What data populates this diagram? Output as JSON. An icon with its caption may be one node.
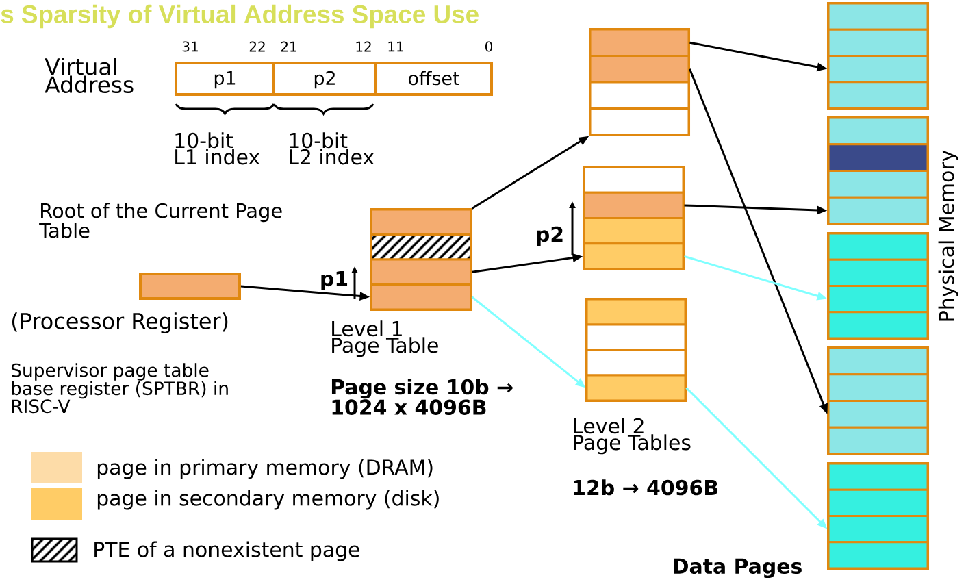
{
  "diagram": {
    "title": "s Sparsity of Virtual Address Space Use",
    "nodes": [
      {
        "text": [
          "p1"
        ]
      },
      {
        "text": [
          "p2"
        ]
      },
      {
        "text": [
          "offset"
        ]
      },
      {
        "text": [],
        "shape": "box",
        "beside": [
          "Root of the Current Page Table",
          "(Processor Register)"
        ]
      },
      {
        "text": [],
        "shape": "box"
      },
      {
        "text": [],
        "shape": "box",
        "in": 4
      },
      {
        "text": [],
        "shape": "box",
        "in": 4
      },
      {
        "text": [],
        "shape": "box",
        "in": 4
      },
      {
        "text": [],
        "shape": "box",
        "in": 4
      },
      {
        "text": [],
        "shape": "box"
      },
      {
        "text": [],
        "shape": "box",
        "in": 9
      },
      {
        "text": [],
        "shape": "box",
        "in": 9
      },
      {
        "text": [],
        "shape": "box",
        "in": 9
      },
      {
        "text": [],
        "shape": "box",
        "in": 9
      },
      {
        "text": [],
        "shape": "box"
      },
      {
        "text": [],
        "shape": "box",
        "in": 14
      },
      {
        "text": [],
        "shape": "box",
        "in": 14
      },
      {
        "text": [],
        "shape": "box",
        "in": 14
      },
      {
        "text": [],
        "shape": "box",
        "in": 14
      },
      {
        "text": [],
        "shape": "box"
      },
      {
        "text": [],
        "shape": "box",
        "in": 19
      },
      {
        "text": [],
        "shape": "box",
        "in": 19
      },
      {
        "text": [],
        "shape": "box",
        "in": 19
      },
      {
        "text": [],
        "shape": "box",
        "in": 19
      },
      {
        "text": [],
        "shape": "box"
      },
      {
        "text": [],
        "shape": "box",
        "in": 24
      },
      {
        "text": [],
        "shape": "box",
        "in": 24
      },
      {
        "text": [],
        "shape": "box",
        "in": 24
      },
      {
        "text": [],
        "shape": "box",
        "in": 24
      },
      {
        "text": [],
        "shape": "box"
      },
      {
        "text": [],
        "shape": "box",
        "in": 29
      },
      {
        "text": [],
        "shape": "box",
        "in": 29
      },
      {
        "text": [],
        "shape": "box",
        "in": 29
      },
      {
        "text": [],
        "shape": "box",
        "in": 29
      },
      {
        "text": [],
        "shape": "box"
      },
      {
        "text": [],
        "shape": "box",
        "in": 34
      },
      {
        "text": [],
        "shape": "box",
        "in": 34
      },
      {
        "text": [],
        "shape": "box",
        "in": 34
      },
      {
        "text": [],
        "shape": "box",
        "in": 34
      },
      {
        "text": [],
        "shape": "box"
      },
      {
        "text": [],
        "shape": "box",
        "in": 39
      },
      {
        "text": [],
        "shape": "box",
        "in": 39
      },
      {
        "text": [],
        "shape": "box",
        "in": 39
      },
      {
        "text": [],
        "shape": "box",
        "in": 39
      },
      {
        "text": [],
        "shape": "box"
      },
      {
        "text": [],
        "shape": "box",
        "in": 44
      },
      {
        "text": [],
        "shape": "box",
        "in": 44
      },
      {
        "text": [],
        "shape": "box",
        "in": 44
      },
      {
        "text": [],
        "shape": "box",
        "in": 44
      }
    ],
    "edges": [
      {
        "from": 3,
        "to": 8,
        "arrow": "to"
      },
      {
        "from": 5,
        "to": 13,
        "arrow": "to"
      },
      {
        "from": 7,
        "to": 18,
        "arrow": "to"
      },
      {
        "from": 8,
        "to": 23,
        "arrow": "to",
        "color": "#80ffff"
      },
      {
        "from": 10,
        "to": 27,
        "arrow": "to"
      },
      {
        "from": 11,
        "to": 42,
        "arrow": "to"
      },
      {
        "from": 16,
        "to": 33,
        "arrow": "to"
      },
      {
        "from": 18,
        "to": 37,
        "arrow": "to",
        "color": "#80ffff"
      },
      {
        "from": 23,
        "to": 47,
        "arrow": "to",
        "color": "#80ffff"
      }
    ],
    "labels": [
      "31",
      "22",
      "21",
      "12",
      "11",
      "0",
      "Virtual Address",
      "10-bit L1 index",
      "10-bit L2 index",
      "p1",
      "p2",
      "Level 1 Page Table",
      "Page size 10b → 1024 x 4096B",
      "Level 2 Page Tables",
      "12b → 4096B",
      "Physical Memory",
      "Supervisor page table base register (SPTBR) in RISC-V",
      "Data Pages"
    ],
    "legend": [
      {
        "text": "page in primary memory (DRAM)"
      },
      {
        "text": "page in secondary memory (disk)",
        "color": "#ffcc66"
      },
      {
        "text": "PTE of a nonexistent page"
      }
    ]
  }
}
